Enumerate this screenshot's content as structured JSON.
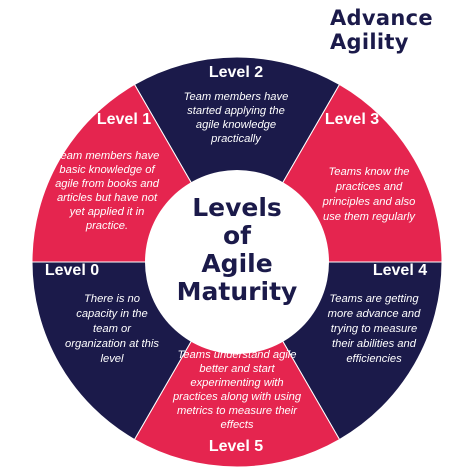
{
  "brand": {
    "line1": "Advance",
    "line2": "Agility"
  },
  "center": {
    "lines": [
      "Levels",
      "of",
      "Agile",
      "Maturity"
    ]
  },
  "colors": {
    "navy": "#1b1a4a",
    "crimson": "#e5254f",
    "white": "#ffffff"
  },
  "segments": [
    {
      "title": "Level 2",
      "lines": [
        "Team members have",
        "started applying the",
        "agile knowledge",
        "practically"
      ]
    },
    {
      "title": "Level 3",
      "lines": [
        "Teams know the",
        "practices and",
        "principles and also",
        "use them regularly"
      ]
    },
    {
      "title": "Level 4",
      "lines": [
        "Teams are getting",
        "more advance and",
        "trying to measure",
        "their abilities and",
        "efficiencies"
      ]
    },
    {
      "title": "Level 5",
      "lines": [
        "Teams understand agile",
        "better and start",
        "experimenting with",
        "practices along with using",
        "metrics to measure their",
        "effects"
      ]
    },
    {
      "title": "Level 0",
      "lines": [
        "There is no",
        "capacity in the",
        "team or",
        "organization at this",
        "level"
      ]
    },
    {
      "title": "Level 1",
      "lines": [
        "Team members have",
        "basic knowledge of",
        "agile from books and",
        "articles but have not",
        "yet applied it in",
        "practice."
      ]
    }
  ]
}
